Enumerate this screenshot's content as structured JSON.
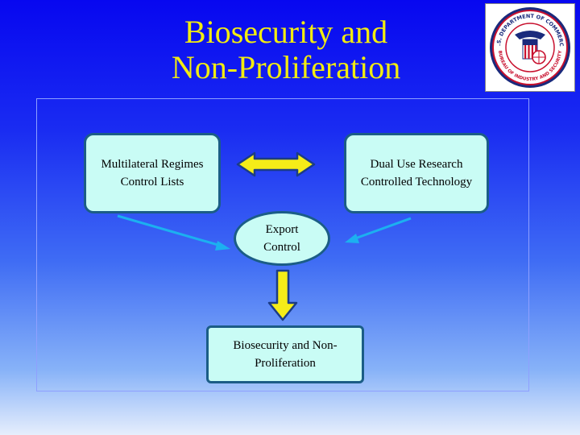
{
  "title": {
    "line1": "Biosecurity and",
    "line2": "Non-Proliferation"
  },
  "seal": {
    "outer_text_top": "U.S. DEPARTMENT OF COMMERCE",
    "outer_text_bottom": "BUREAU OF INDUSTRY AND SECURITY"
  },
  "diagram": {
    "left_box": "Multilateral Regimes\nControl Lists",
    "right_box": "Dual Use Research\nControlled Technology",
    "center_node": "Export\nControl",
    "outcome_box": "Biosecurity and Non-\nProliferation"
  },
  "colors": {
    "title": "#f2ec10",
    "box_fill": "#c9fcf5",
    "box_border": "#1b5d86",
    "arrow_yellow": "#f5ec18",
    "arrow_cyan": "#1cb0f0"
  }
}
